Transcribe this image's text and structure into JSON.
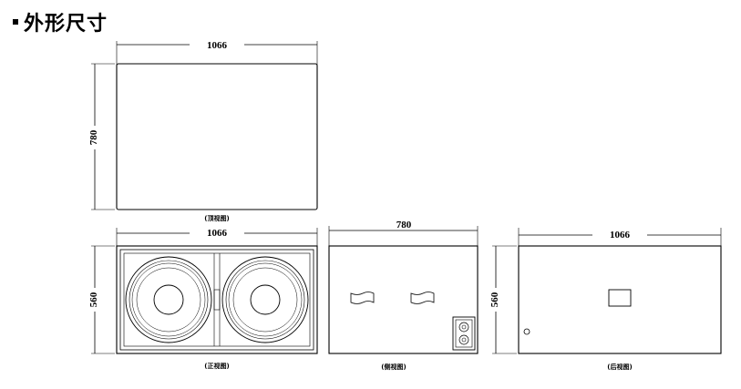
{
  "title": "外形尺寸",
  "views": {
    "top": {
      "width": "1066",
      "depth": "780",
      "caption": "(顶视图)"
    },
    "front": {
      "width": "1066",
      "height": "560",
      "caption": "(正视图)"
    },
    "side": {
      "depth": "780",
      "caption": "(侧视图)"
    },
    "rear": {
      "width": "1066",
      "height": "560",
      "caption": "(后视图)"
    }
  },
  "colors": {
    "line": "#000000",
    "background": "#ffffff"
  }
}
